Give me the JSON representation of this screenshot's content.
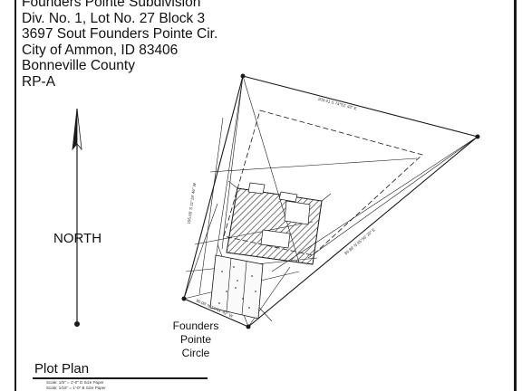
{
  "property": {
    "lines": [
      "Founders Pointe Subdivision",
      "Div. No. 1, Lot No. 27 Block 3",
      "3697 Sout Founders Pointe Cir.",
      "City of Ammon, ID 83406",
      "Bonneville County",
      "RP-A"
    ]
  },
  "north_label": "NORTH",
  "street_label": [
    "Founders",
    "Pointe",
    "Circle"
  ],
  "title": "Plot Plan",
  "scale_notes": [
    "Scale: 1/8\" = 1'-0\" D Size Paper",
    "Scale: 1/16\" = 1'-0\" B Size Paper"
  ],
  "dimensions": {
    "top_side": "203.41 S 74°51' 42\" E",
    "left_side": "195.00' S 11°19' 46\" W",
    "right_side": "89.88' N 45°56' 20\" E",
    "bottom_side": "90.00' N 74°51' 42\" W"
  },
  "colors": {
    "line": "#1a1a1a",
    "hatch": "#555555"
  },
  "icons": {
    "north_arrow": "north-arrow-icon"
  }
}
